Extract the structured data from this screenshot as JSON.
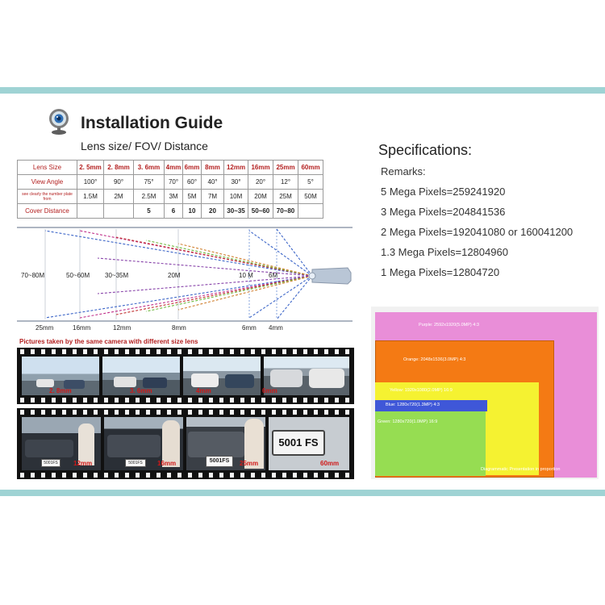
{
  "header": {
    "title": "Installation Guide",
    "subtitle": "Lens size/ FOV/ Distance"
  },
  "lens_table": {
    "row_labels": {
      "lens_size": "Lens Size",
      "view_angle": "View Angle",
      "plate": "see clearly the number plate from",
      "cover": "Cover Distance"
    },
    "lens_sizes": [
      "2. 5mm",
      "2. 8mm",
      "3. 6mm",
      "4mm",
      "6mm",
      "8mm",
      "12mm",
      "16mm",
      "25mm",
      "60mm"
    ],
    "view_angles": [
      "100°",
      "90°",
      "75°",
      "70°",
      "60°",
      "40°",
      "30°",
      "20°",
      "12°",
      "5°"
    ],
    "plate_distances": [
      "1.5M",
      "2M",
      "2.5M",
      "3M",
      "5M",
      "7M",
      "10M",
      "20M",
      "25M",
      "50M"
    ],
    "cover_distances": [
      "",
      "",
      "5",
      "6",
      "10",
      "20",
      "30~35",
      "50~60",
      "70~80",
      ""
    ]
  },
  "fov_diagram": {
    "distance_labels": [
      "70~80M",
      "50~60M",
      "30~35M",
      "20M",
      "10 M",
      "6M"
    ],
    "lens_labels": [
      "25mm",
      "16mm",
      "12mm",
      "8mm",
      "6mm",
      "4mm"
    ]
  },
  "film": {
    "caption": "Pictures taken by the same camera with different size lens",
    "row1_labels": [
      "2. 8mm",
      "3. 6mm",
      "4mm",
      "6mm"
    ],
    "row2_labels": [
      "12mm",
      "16mm",
      "25mm",
      "60mm"
    ],
    "plates": [
      "5001FS",
      "5001FS",
      "5001FS",
      "5001 FS"
    ]
  },
  "specs": {
    "title": "Specifications:",
    "remarks": "Remarks:",
    "lines": [
      "5 Mega Pixels=259241920",
      "3 Mega Pixels=204841536",
      "2 Mega Pixels=192041080 or 160041200",
      "1.3 Mega Pixels=12804960",
      "1 Mega Pixels=12804720"
    ]
  },
  "resolution_diagram": {
    "boxes": [
      {
        "label": "Purple: 2592x1920(5.0MP)  4:3",
        "color": "#e98ed8"
      },
      {
        "label": "Orange: 2048x1536(3.0MP)  4:3",
        "color": "#f47a14"
      },
      {
        "label": "Yellow: 1920x1080(2.0MP)  16:9",
        "color": "#f5f231"
      },
      {
        "label": "Blue: 1280x720(1.3MP)  4:3",
        "color": "#3f57d8"
      },
      {
        "label": "Green: 1280x720(1.0MP)  16:9",
        "color": "#96dd52"
      }
    ],
    "footnote": "Diagrammatic Presentation in proportion"
  }
}
